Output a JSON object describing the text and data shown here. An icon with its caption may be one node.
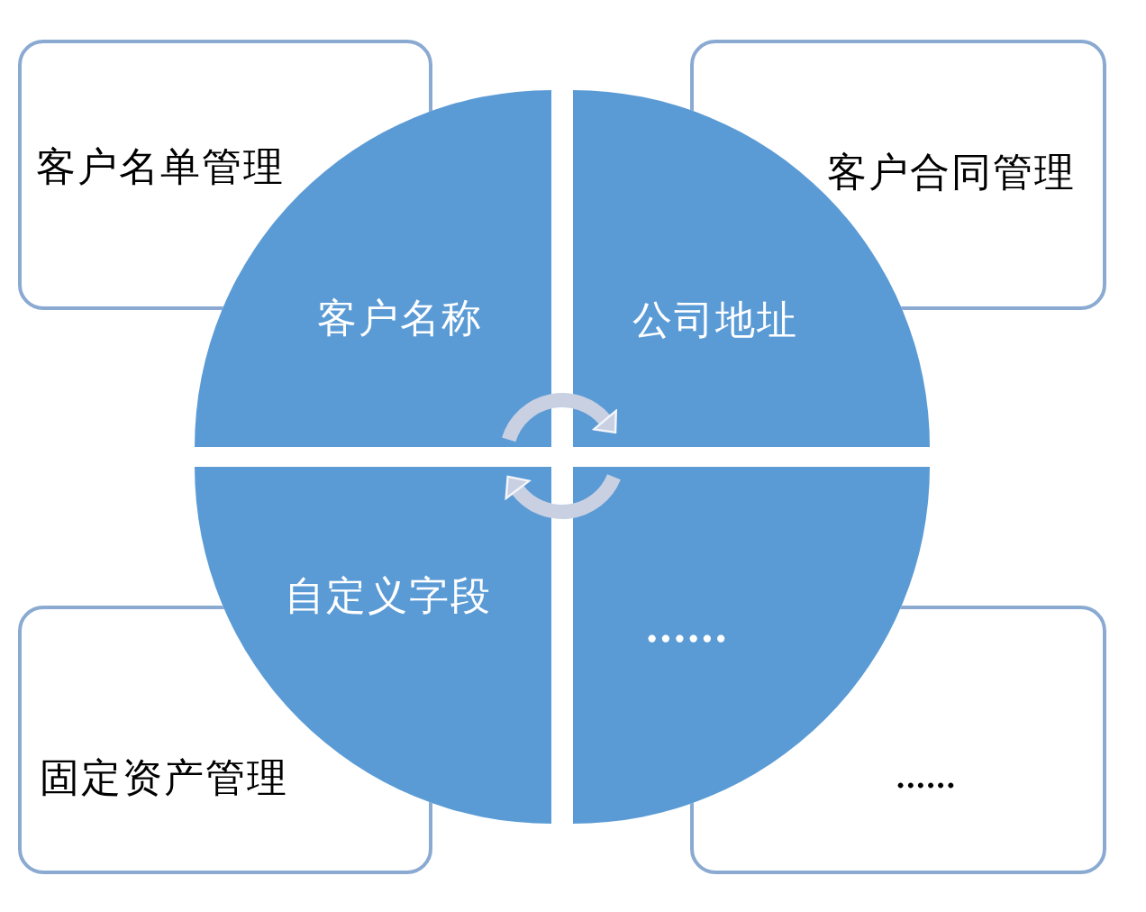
{
  "diagram": {
    "nodes": [
      {
        "text": [
          "客户名单管理"
        ]
      },
      {
        "text": [
          "客户合同管理"
        ]
      },
      {
        "text": [
          "客户名称"
        ]
      },
      {
        "text": [
          "公司地址"
        ]
      },
      {
        "text": [
          "自定义字段"
        ]
      },
      {
        "text": [
          "......"
        ]
      },
      {
        "text": [
          "固定资产管理"
        ]
      },
      {
        "text": [
          "......"
        ]
      }
    ],
    "edges": [
      {
        "from": 2,
        "to": 3,
        "arrow": "to"
      },
      {
        "from": 5,
        "to": 4,
        "arrow": "to"
      }
    ]
  }
}
